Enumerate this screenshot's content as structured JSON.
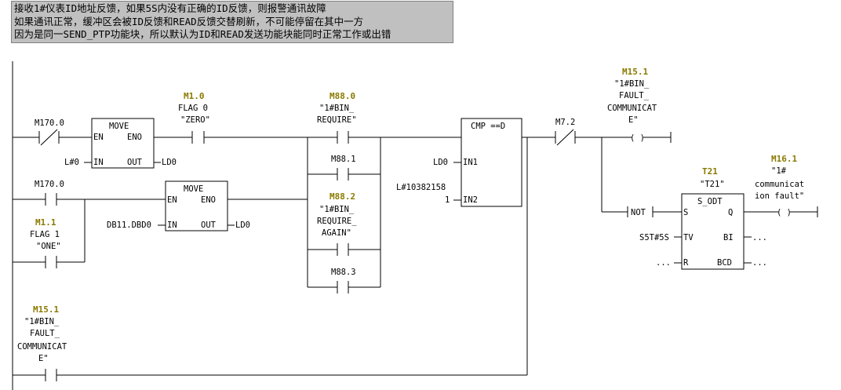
{
  "comment": {
    "lines": [
      "接收1#仪表ID地址反馈，如果5S内没有正确的ID反馈，则报警通讯故障",
      "如果通讯正常，缓冲区会被ID反馈和READ反馈交替刷新，不可能停留在其中一方",
      "因为是同一SEND_PTP功能块，所以默认为ID和READ发送功能块能同时正常工作或出错"
    ]
  },
  "contacts": {
    "m170_nc": {
      "addr": "M170.0"
    },
    "m1_0": {
      "addr": "M1.0",
      "sym1": "FLAG 0",
      "sym2": "\"ZERO\""
    },
    "m170_no": {
      "addr": "M170.0"
    },
    "m1_1": {
      "addr": "M1.1",
      "sym1": "FLAG 1",
      "sym2": "\"ONE\""
    },
    "m15_1_left": {
      "addr": "M15.1",
      "sym1": "\"1#BIN_",
      "sym2": "FAULT_",
      "sym3": "COMMUNICAT",
      "sym4": "E\""
    },
    "m88_0": {
      "addr": "M88.0",
      "sym1": "\"1#BIN_",
      "sym2": "REQUIRE\""
    },
    "m88_1": {
      "addr": "M88.1"
    },
    "m88_2": {
      "addr": "M88.2",
      "sym1": "\"1#BIN_",
      "sym2": "REQUIRE_",
      "sym3": "AGAIN\""
    },
    "m88_3": {
      "addr": "M88.3"
    },
    "m7_2": {
      "addr": "M7.2"
    }
  },
  "move1": {
    "title": "MOVE",
    "en": "EN",
    "eno": "ENO",
    "in": "IN",
    "out": "OUT",
    "in_val": "L#0",
    "out_val": "LD0"
  },
  "move2": {
    "title": "MOVE",
    "en": "EN",
    "eno": "ENO",
    "in": "IN",
    "out": "OUT",
    "in_val": "DB11.DBD0",
    "out_val": "LD0"
  },
  "cmp": {
    "title": "CMP ==D",
    "in1": "IN1",
    "in2": "IN2",
    "in1_val": "LD0",
    "in2_val_line1": "L#10382158",
    "in2_val_line2": "1"
  },
  "coil_m15_1": {
    "addr": "M15.1",
    "sym1": "\"1#BIN_",
    "sym2": "FAULT_",
    "sym3": "COMMUNICAT",
    "sym4": "E\"",
    "glyph": "( )"
  },
  "not_label": "NOT",
  "timer": {
    "addr": "T21",
    "sym": "\"T21\"",
    "title": "S_ODT",
    "s": "S",
    "q": "Q",
    "tv": "TV",
    "bi": "BI",
    "r": "R",
    "bcd": "BCD",
    "tv_val": "S5T#5S",
    "r_val": "...",
    "bi_val": "...",
    "bcd_val": "..."
  },
  "coil_m16_1": {
    "addr": "M16.1",
    "sym1": "\"1#",
    "sym2": "communicat",
    "sym3": "ion fault\"",
    "glyph": "( )"
  }
}
